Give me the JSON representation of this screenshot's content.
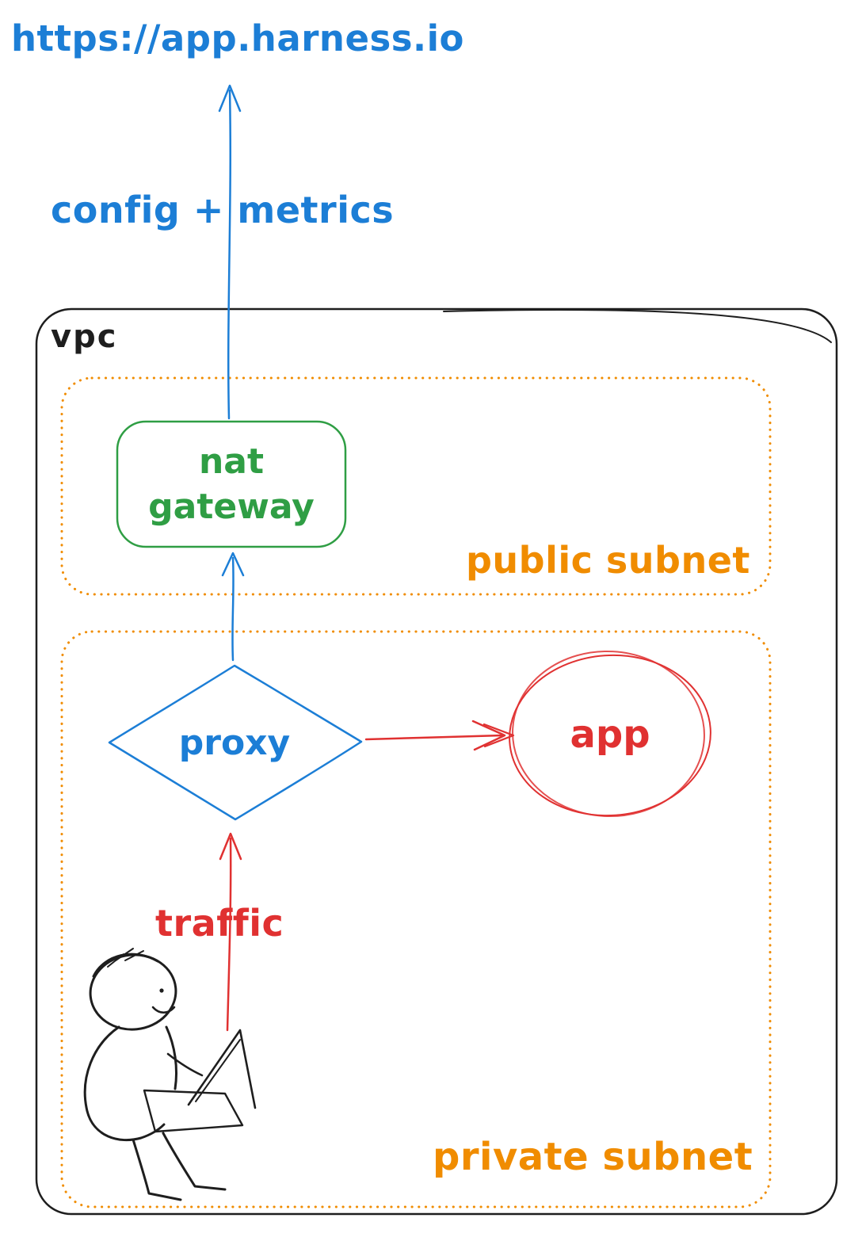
{
  "title": {
    "url": "https://app.harness.io"
  },
  "annotations": {
    "config_metrics": "config + metrics",
    "traffic": "traffic"
  },
  "containers": {
    "vpc": "vpc",
    "public_subnet": "public subnet",
    "private_subnet": "private subnet"
  },
  "nodes": {
    "nat_gateway": {
      "line1": "nat",
      "line2": "gateway"
    },
    "proxy": "proxy",
    "app": "app"
  },
  "colors": {
    "blue": "#1c7ed6",
    "green": "#2f9e44",
    "orange": "#f08c00",
    "red": "#e03131",
    "ink": "#1e1e1e",
    "background": "#ffffff"
  }
}
